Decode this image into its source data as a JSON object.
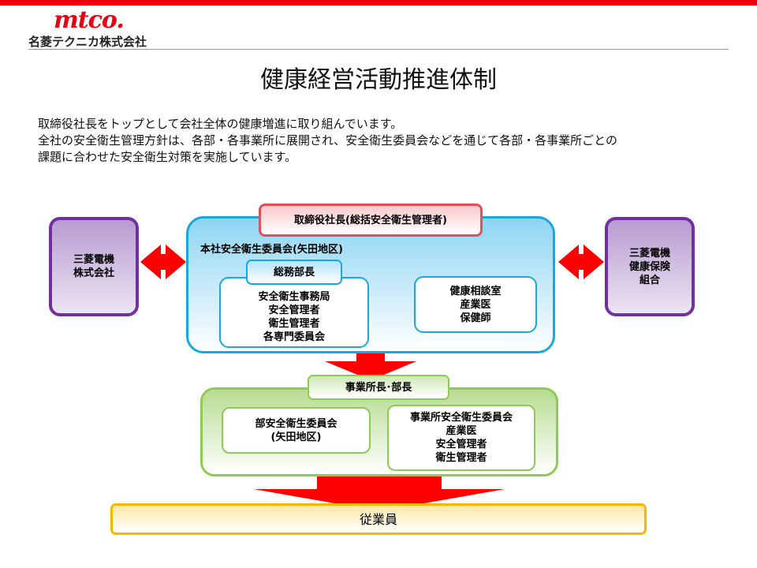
{
  "header": {
    "logo_text": "mtco.",
    "company_name": "名菱テクニカ株式会社",
    "accent_color": "#e60012"
  },
  "title": "健康経営活動推進体制",
  "intro": {
    "lines": [
      "取締役社長をトップとして会社全体の健康増進に取り組んでいます。",
      "全社の安全衛生管理方針は、各部・各事業所に展開され、安全衛生委員会などを通じて各部・各事業所ごとの",
      "課題に合わせた安全衛生対策を実施しています。"
    ]
  },
  "diagram": {
    "president": "取締役社長(総括安全衛生管理者)",
    "left_org": [
      "三菱電機",
      "株式会社"
    ],
    "right_org": [
      "三菱電機",
      "健康保険",
      "組合"
    ],
    "hq_committee": "本社安全衛生委員会(矢田地区)",
    "general_affairs": "総務部長",
    "secretariat": [
      "安全衛生事務局",
      "安全管理者",
      "衛生管理者",
      "各専門委員会"
    ],
    "health_office": [
      "健康相談室",
      "産業医",
      "保健師"
    ],
    "site_heads": "事業所長･部長",
    "dept_committee": [
      "部安全衛生委員会",
      "(矢田地区)"
    ],
    "site_committee": [
      "事業所安全衛生委員会",
      "産業医",
      "安全管理者",
      "衛生管理者"
    ],
    "employees": "従業員",
    "colors": {
      "arrow": "#ff0000",
      "purple_border": "#7030a0",
      "blue_border": "#1aa7e0",
      "green_border": "#8ecb53",
      "president_border": "#e0505a",
      "employees_border": "#f5b800"
    }
  }
}
